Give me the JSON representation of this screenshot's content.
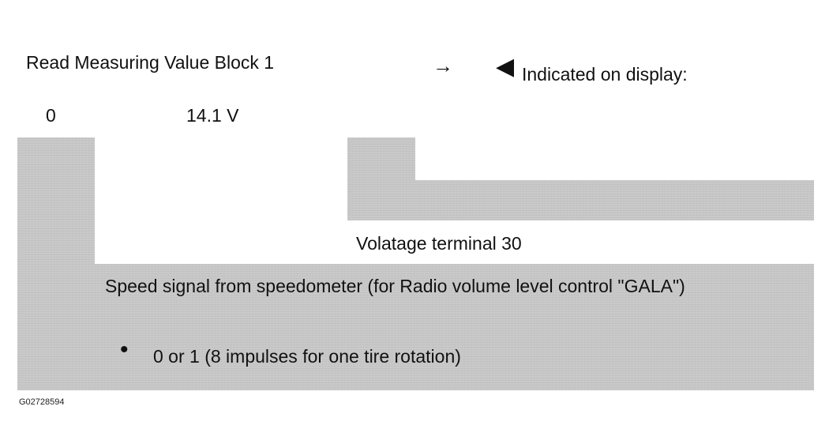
{
  "header": {
    "title": "Read Measuring Value Block 1",
    "arrow": "→",
    "pointer": "◀",
    "indicated": "Indicated on display:"
  },
  "display_values": {
    "field1": "0",
    "field2": "14.1 V"
  },
  "labels": {
    "voltage_terminal": "Volatage terminal 30",
    "speed_signal": "Speed signal from speedometer (for Radio volume level control \"GALA\")",
    "bullet": "•",
    "impulses": "0 or 1 (8 impulses for one tire rotation)"
  },
  "figure_id": "G02728594",
  "colors": {
    "callout_grey": "#c8c8c8",
    "text": "#111111"
  }
}
